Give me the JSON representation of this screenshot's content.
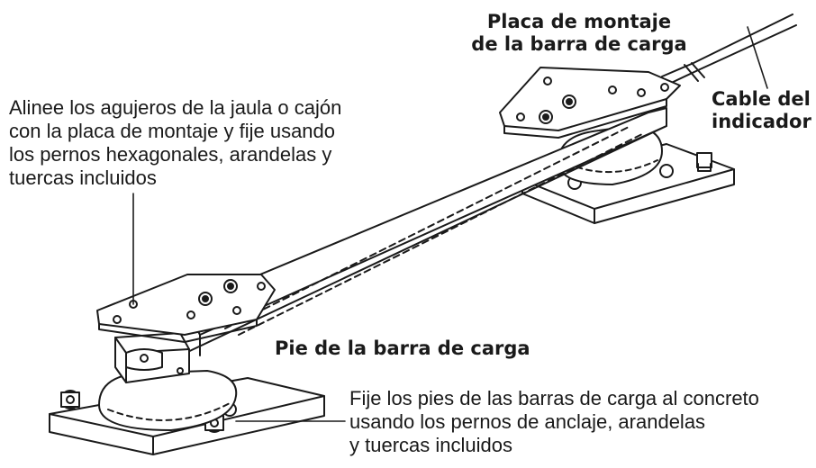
{
  "labels": {
    "mounting_plate": {
      "lines": [
        "Placa de montaje",
        "de la barra de carga"
      ]
    },
    "indicator_cable": {
      "lines": [
        "Cable del",
        "indicador"
      ]
    },
    "align_instruction": {
      "lines": [
        "Alinee los agujeros de la jaula o cajón",
        "con la placa de montaje y fije usando",
        "los pernos hexagonales, arandelas y",
        "tuercas incluidos"
      ]
    },
    "load_bar_foot": {
      "lines": [
        "Pie de la barra de carga"
      ]
    },
    "anchor_instruction": {
      "lines": [
        "Fije los pies de las barras de carga al concreto",
        "usando los pernos de anclaje, arandelas",
        "y tuercas incluidos"
      ]
    }
  },
  "colors": {
    "stroke": "#1a1a1a",
    "fill_light": "#ffffff",
    "fill_shade": "#e6e6e6"
  }
}
